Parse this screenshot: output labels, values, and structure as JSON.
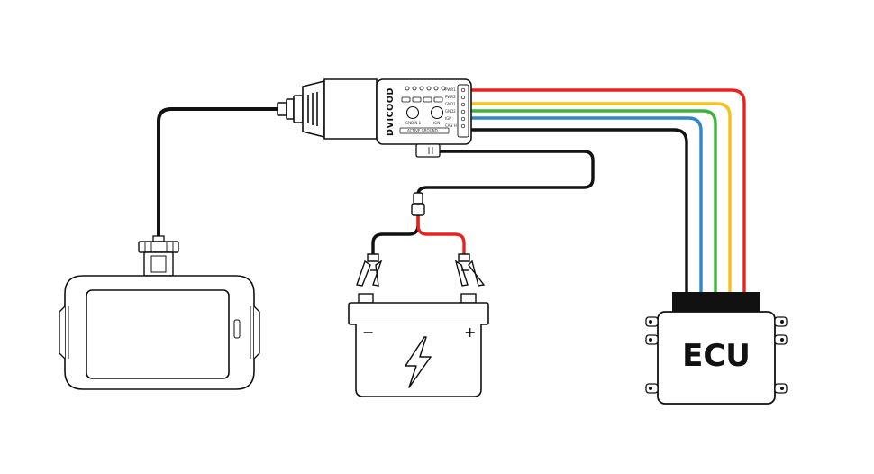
{
  "device": {
    "brand": "DVICOOD",
    "button_left_label": "GNDIN 1",
    "button_right_label": "IGN",
    "bottom_text": "ACTIVE GROUND",
    "pin_labels": [
      "PWR1",
      "PWR2",
      "GND1",
      "GND2",
      "IGN",
      "CAN H"
    ]
  },
  "ecu": {
    "label": "ECU"
  },
  "battery": {
    "minus": "−",
    "plus": "+"
  },
  "colors": {
    "red": "#e8231e",
    "yellow": "#f6c11b",
    "green": "#3eb33b",
    "blue": "#2f86cc",
    "black": "#111111"
  }
}
